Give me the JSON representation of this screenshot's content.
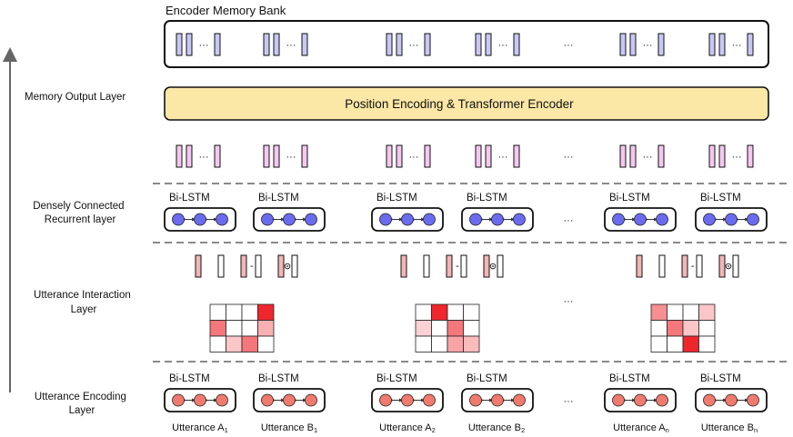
{
  "title": "Encoder Memory Bank",
  "transformer_label": "Position Encoding & Transformer Encoder",
  "layers": {
    "memory_output": "Memory Output Layer",
    "dense_recurrent": [
      "Densely Connected",
      "Recurrent layer"
    ],
    "utterance_interaction": [
      "Utterance Interaction",
      "Layer"
    ],
    "utterance_encoding": [
      "Utterance Encoding",
      "Layer"
    ]
  },
  "bilstm_label": "Bi-LSTM",
  "ellipsis": "···",
  "utterances": [
    {
      "base": "Utterance A",
      "sub": "1"
    },
    {
      "base": "Utterance B",
      "sub": "1"
    },
    {
      "base": "Utterance A",
      "sub": "2"
    },
    {
      "base": "Utterance B",
      "sub": "2"
    },
    {
      "base": "Utterance A",
      "sub": "n"
    },
    {
      "base": "Utterance B",
      "sub": "n"
    }
  ],
  "colors": {
    "memory_vec": "#c8c8f5",
    "output_vec": "#f5c8f0",
    "transformer_fill": "#fbe7a6",
    "dense_node": "#6b6bf0",
    "enc_node": "#f07a6e",
    "interaction_vec": "#f3b6b6",
    "dashed": "#444444"
  },
  "heatmaps": [
    [
      [
        0,
        0,
        0,
        0.95
      ],
      [
        0.6,
        0,
        0,
        0.35
      ],
      [
        0,
        0.25,
        0.6,
        0
      ]
    ],
    [
      [
        0,
        0.95,
        0,
        0
      ],
      [
        0.2,
        0,
        0.6,
        0
      ],
      [
        0,
        0,
        0.4,
        0.3
      ]
    ],
    [
      [
        0.5,
        0,
        0,
        0.25
      ],
      [
        0,
        0.6,
        0.25,
        0
      ],
      [
        0,
        0,
        0.95,
        0
      ]
    ]
  ]
}
